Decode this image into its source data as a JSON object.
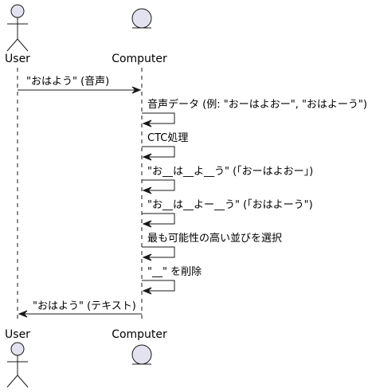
{
  "participants": {
    "user": "User",
    "computer": "Computer"
  },
  "colors": {
    "participant_fill": "#E2E2F0",
    "line": "#181818",
    "background": "#FFFFFF"
  },
  "messages": [
    {
      "from": "user",
      "to": "computer",
      "text": "\"おはよう\" (音声)"
    },
    {
      "from": "computer",
      "to": "computer",
      "text": "音声データ (例: \"おーはよおー\", \"おはよーう\")"
    },
    {
      "from": "computer",
      "to": "computer",
      "text": "CTC処理"
    },
    {
      "from": "computer",
      "to": "computer",
      "text": "\"お__は__よ__う\" (「おーはよおー」)"
    },
    {
      "from": "computer",
      "to": "computer",
      "text": "\"お__は__よー__う\" (「おはよーう\")"
    },
    {
      "from": "computer",
      "to": "computer",
      "text": "最も可能性の高い並びを選択"
    },
    {
      "from": "computer",
      "to": "computer",
      "text": "\"__\" を削除"
    },
    {
      "from": "computer",
      "to": "user",
      "text": "\"おはよう\" (テキスト)"
    }
  ]
}
